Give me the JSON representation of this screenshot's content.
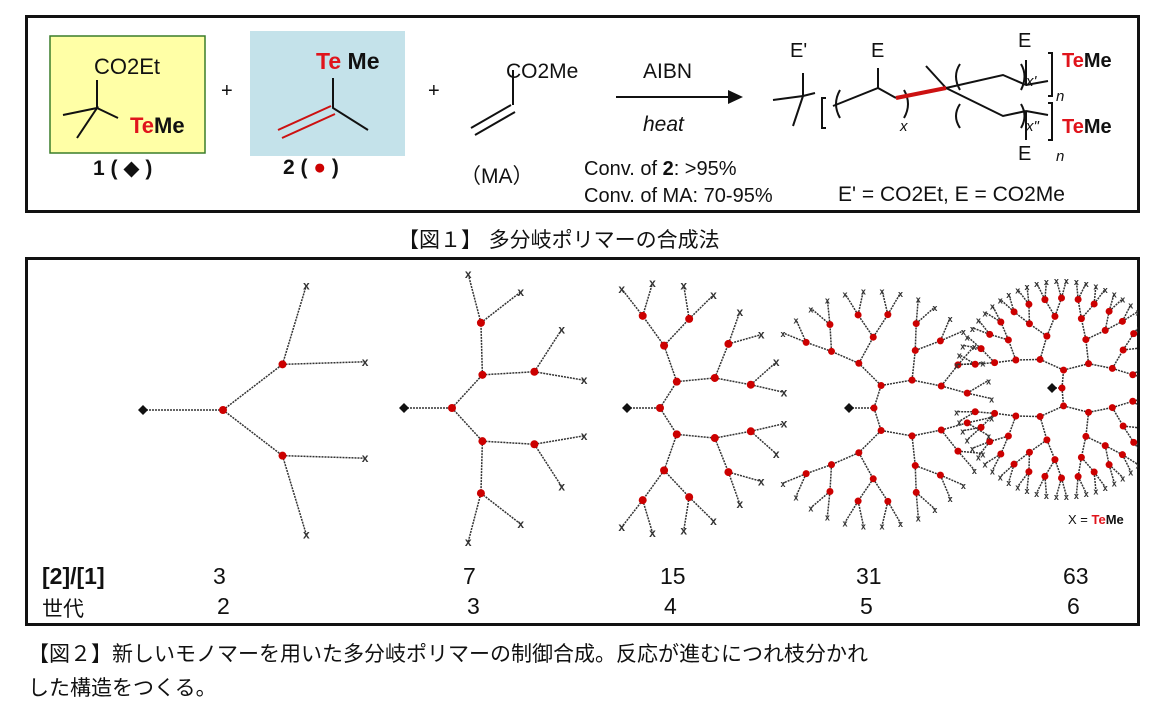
{
  "figure1": {
    "compound1": {
      "top_group": "CO2Et",
      "te": "Te",
      "me": "Me",
      "label": "1",
      "symbol": "◆"
    },
    "compound2": {
      "te": "Te",
      "me": "Me",
      "label": "2",
      "symbol": "●"
    },
    "ma": {
      "group": "CO2Me",
      "label": "（MA）"
    },
    "plus": "+",
    "reagent": "AIBN",
    "condition": "heat",
    "conv2_prefix": "Conv.  of ",
    "conv2_bold": "2",
    "conv2_suffix": ": >95%",
    "conv_ma": "Conv.  of MA: 70-95%",
    "legend": "E' = CO2Et, E = CO2Me",
    "product": {
      "e_prime": "E'",
      "e": "E",
      "x": "x",
      "x1": "x'",
      "x2": "x\"",
      "n": "n",
      "te": "Te",
      "me": "Me"
    },
    "caption": "【図１】 多分岐ポリマーの合成法"
  },
  "figure2": {
    "generations": [
      2,
      3,
      4,
      5,
      6
    ],
    "ratio_label": "[2]/[1]",
    "ratios": [
      "3",
      "7",
      "15",
      "31",
      "63"
    ],
    "gen_label": "世代",
    "gen_values": [
      "2",
      "3",
      "4",
      "5",
      "6"
    ],
    "leaf_mark": "x",
    "key_prefix": "X = ",
    "key_te": "Te",
    "key_me": "Me",
    "caption_line1": "【図２】新しいモノマーを用いた多分岐ポリマーの制御合成。反応が進むにつれ枝分かれ",
    "caption_line2": "した構造をつくる。"
  },
  "colors": {
    "te": "#e0141c",
    "node": "#cc0000",
    "box1": "#ffffa6",
    "box2": "#c4e2ea"
  }
}
